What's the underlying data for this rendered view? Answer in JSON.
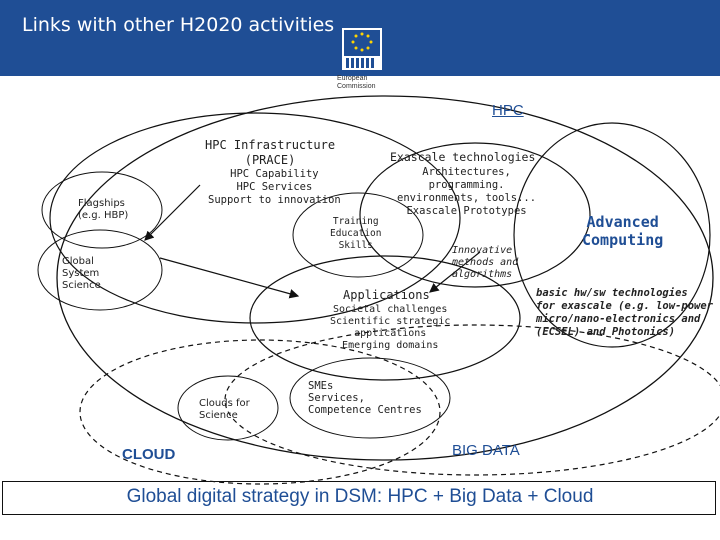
{
  "slide": {
    "title": "Links with other H2020 activities",
    "logo_text": "European\nCommission",
    "colors": {
      "header": "#1f4e95",
      "accent": "#1f4e95",
      "star": "#ffd400"
    }
  },
  "diagram": {
    "hpc_label": "HPC",
    "infra_title": "HPC Infrastructure\n(PRACE)",
    "infra_items": "HPC Capability\nHPC Services\nSupport to innovation",
    "flagships": "Flagships\n(e.g. HBP)",
    "gss": "Global\nSystem\nScience",
    "exascale_title": "Exascale technologies",
    "exascale_items": "Architectures,\nprogramming.\nenvironments, tools...\nExascale Prototypes",
    "training": "Training\nEducation\nSkills",
    "innovative": "Innovative\nmethods and\nalgorithms",
    "advanced": "Advanced\nComputing",
    "basic": "basic hw/sw technologies\nfor exascale (e.g. low-power\nmicro/nano-electronics and\n(ECSEL) and Photonics)",
    "applications_title": "Applications",
    "applications_items": "Societal challenges\nScientific strategic\napplications\nEmerging domains",
    "clouds": "Clouds for\nScience",
    "smes": "SMEs\nServices,\nCompetence Centres",
    "cloud_label": "CLOUD",
    "bigdata_label": "BIG DATA"
  },
  "footer": {
    "text": "Global digital strategy in DSM: HPC + Big Data + Cloud"
  }
}
